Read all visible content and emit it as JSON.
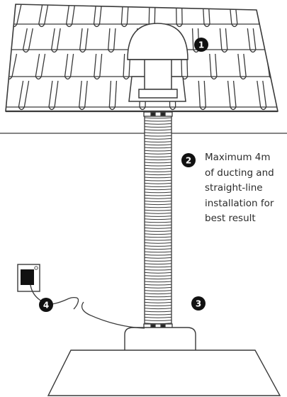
{
  "colors": {
    "line": "#3a3a3a",
    "callout_fill": "#111111",
    "callout_text": "#ffffff",
    "text": "#2b2b2b",
    "background": "#ffffff"
  },
  "callouts": [
    "1",
    "2",
    "3",
    "4"
  ],
  "note": {
    "lines": [
      "Maximum 4m",
      "of ducting and",
      "straight-line",
      "installation for",
      "best result"
    ]
  }
}
